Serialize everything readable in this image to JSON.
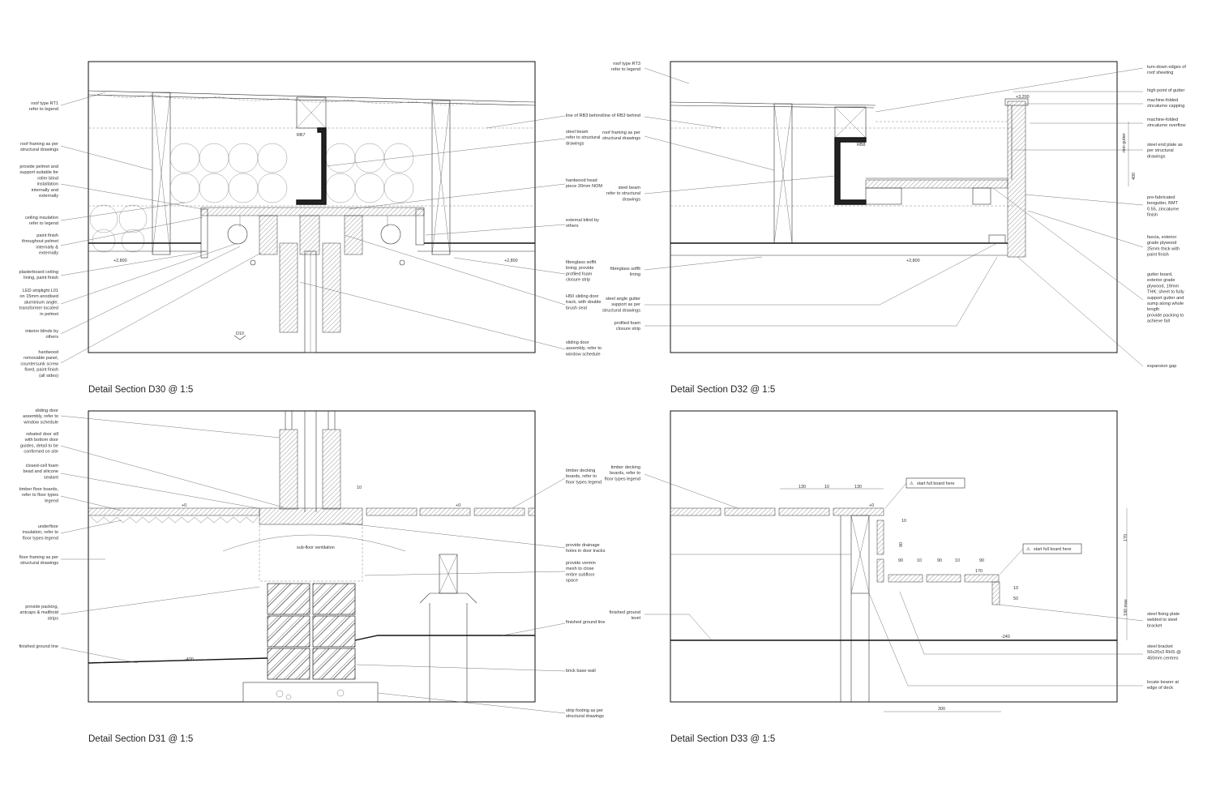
{
  "panels": {
    "d30": {
      "title": "Detail Section D30 @ 1:5",
      "left_notes": [
        "roof type RT1\nrefer to legend",
        "roof framing as per\nstructural drawings",
        "provide pelmet and\nsupport suitable for\nroller blind\ninstallation\ninternally and\nexternally",
        "ceiling insulation\nrefer to legend",
        "paint finish\nthroughout pelmet\ninternally &\nexternally",
        "plasterboard ceiling\nlining, paint finish",
        "LED striplight L01\non 15mm anodised\naluminium angle,\ntransformer located\nin pelmet",
        "interior blinds by\nothers",
        "hardwood\nremovable panel,\ncountersunk screw\nfixed, paint finish\n(all sides)"
      ],
      "right_notes": [
        "line of RB3 behind",
        "steel beam\nrefer to structural\ndrawings",
        "hardwood head\npiece 20mm NOM",
        "external blind by\nothers",
        "fibreglass soffit\nlining; provide\nprofiled foam\nclosure strip",
        "H50 sliding door\ntrack, with double\nbrush seal",
        "sliding door\nassembly, refer to\nwindow schedule"
      ],
      "tags": {
        "beam": "RB7",
        "level_left": "+2,800",
        "level_right": "+2,800",
        "light": "D10"
      }
    },
    "d32": {
      "title": "Detail Section D32 @ 1:5",
      "left_notes": [
        "roof type RT3\nrefer to legend",
        "line of RB3 behind",
        "roof framing as per\nstructural drawings",
        "steel beam\nrefer to structural\ndrawings",
        "fibreglass soffit\nlining",
        "steel angle gutter\nsupport as per\nstructural drawings",
        "profiled foam\nclosure strip"
      ],
      "right_notes": [
        "turn-down edges of\nroof sheeting",
        "high point of gutter",
        "machine-folded\nzincalume capping",
        "machine-folded\nzincalume overflow",
        "steel end plate as\nper structural\ndrawings",
        "pre-fabricated\nboxgutter, BMT\n0.55, zincalume\nfinish",
        "fascia, exterior\ngrade plywood\n25mm thick with\npaint finish",
        "gutter board,\nexterior grade\nplywood, 19mm\nTHK; sheet to fully\nsupport gutter and\nsump along whole\nlength\nprovide packing to\nachieve fall",
        "expansion gap"
      ],
      "tags": {
        "beam": "RB8",
        "level_top": "+3,200",
        "level_bottom": "+2,800",
        "dim_side": "min gutter",
        "dim_400": "400"
      }
    },
    "d31": {
      "title": "Detail Section D31 @ 1:5",
      "left_notes": [
        "sliding door\nassembly, refer to\nwindow schedule",
        "rebated door sill\nwith bottom door\nguides, detail to be\nconfirmed on site",
        "closed-cell foam\nbead and silicone\nsealant",
        "timber floor boards,\nrefer to floor types\nlegend",
        "underfloor\ninsulation, refer to\nfloor types legend",
        "floor framing as per\nstructural drawings",
        "provide packing,\nantcaps & malthoid\nstrips",
        "finished ground line"
      ],
      "right_notes": [
        "timber decking\nboards, refer to\nfloor types legend",
        "provide drainage\nholes in door tracks",
        "provide vermin\nmesh to close\nentire subfloor\nspace",
        "finished ground line",
        "brick base wall",
        "strip footing as per\nstructural drawings"
      ],
      "tags": {
        "level_floor": "+0",
        "level_deck": "+0",
        "ground": "-400",
        "gap": "10",
        "vent": "sub-floor ventilation"
      }
    },
    "d33": {
      "title": "Detail Section D33 @ 1:5",
      "left_notes": [
        "timber decking\nboards, refer to\nfloor types legend",
        "finished ground\nlevel"
      ],
      "right_notes": [
        "steel fixing plate\nwelded to steel\nbracket",
        "steel bracket\n50x20x3 RHS @\n450mm centres",
        "locate bearer at\nedge of deck"
      ],
      "callouts": [
        "start full board here",
        "start full board here"
      ],
      "dims": {
        "a": "130",
        "b": "10",
        "c": "130",
        "d": "10",
        "e": "90",
        "f": "90",
        "g": "10",
        "h": "90",
        "i": "10",
        "j": "90",
        "k": "170",
        "l": "10",
        "m": "50",
        "n": "300",
        "v1": "170",
        "v2": "190 max",
        "lvl": "+0",
        "ground": "-240"
      }
    }
  }
}
